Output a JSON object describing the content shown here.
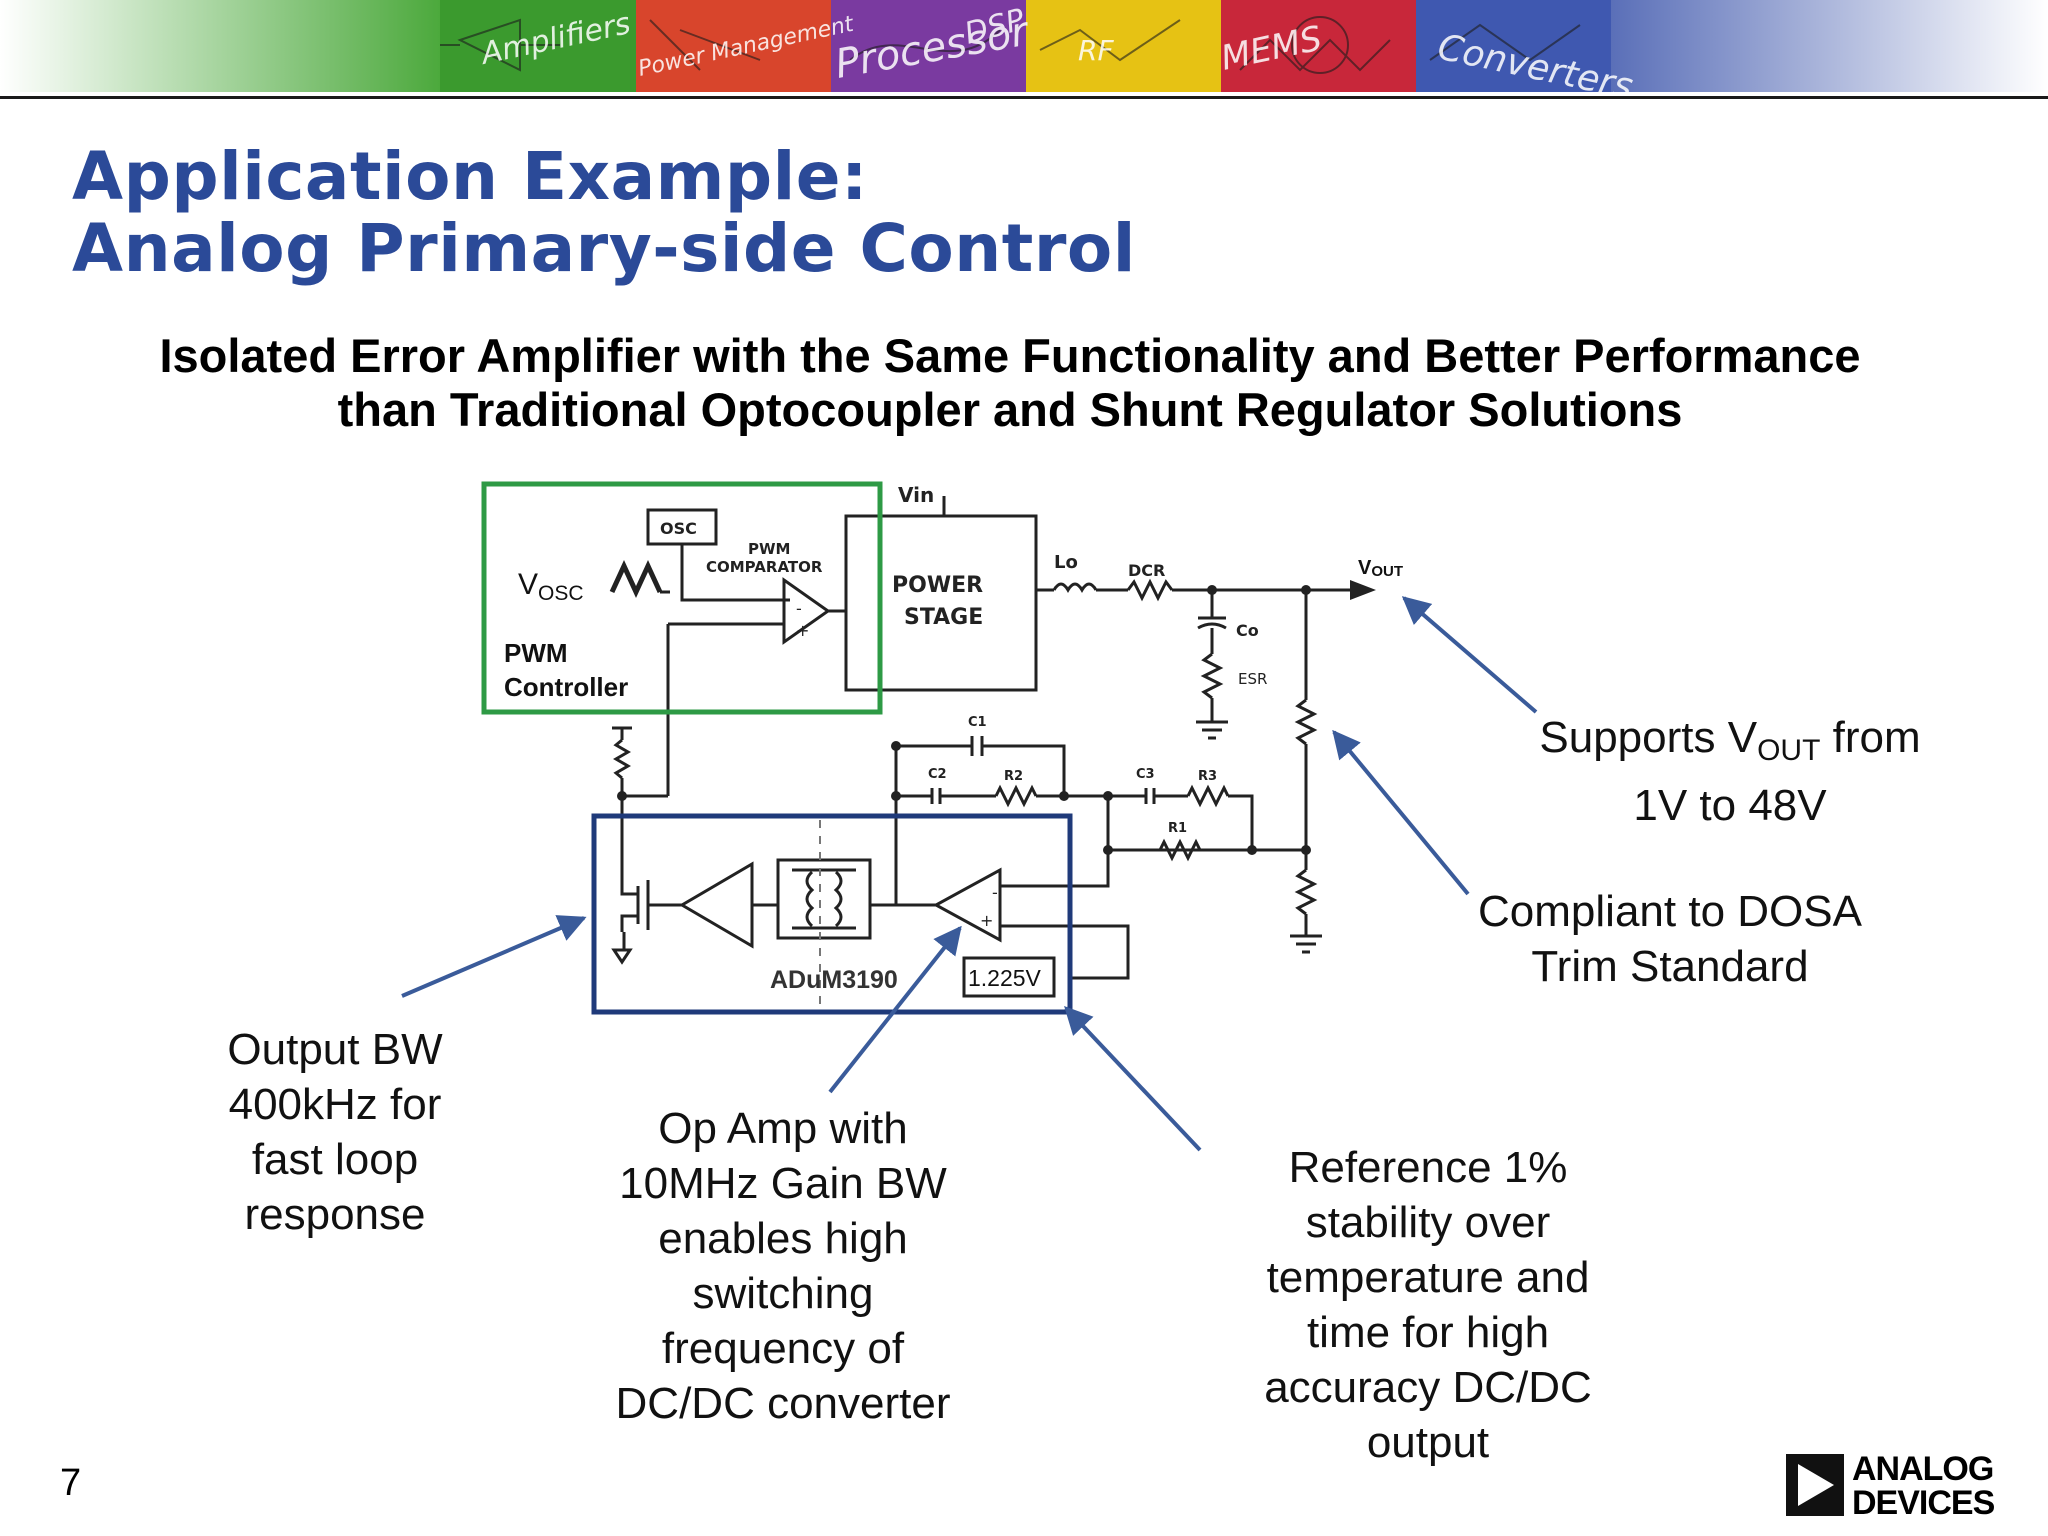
{
  "banner": {
    "tiles": [
      "Amplifiers",
      "Power Management",
      "Processor",
      "DSP",
      "RF",
      "MEMS",
      "Converters"
    ]
  },
  "slide": {
    "title_line1": "Application Example:",
    "title_line2": "Analog Primary-side Control",
    "subtitle_line1": "Isolated Error Amplifier with the Same Functionality and Better Performance",
    "subtitle_line2": "than Traditional Optocoupler and Shunt Regulator Solutions",
    "page_number": "7"
  },
  "schematic": {
    "vin": "Vin",
    "osc": "OSC",
    "vosc": "V",
    "vosc_sub": "OSC",
    "pwm_comparator_1": "PWM",
    "pwm_comparator_2": "COMPARATOR",
    "pwm_controller_1": "PWM",
    "pwm_controller_2": "Controller",
    "power_stage_1": "POWER",
    "power_stage_2": "STAGE",
    "lo": "Lo",
    "dcr": "DCR",
    "co": "Co",
    "esr": "ESR",
    "vout": "V",
    "vout_sub": "OUT",
    "c1": "C1",
    "c2": "C2",
    "r2": "R2",
    "c3": "C3",
    "r3": "R3",
    "r1": "R1",
    "chip": "ADuM3190",
    "ref": "1.225V"
  },
  "callouts": {
    "vout_range_1": "Supports V",
    "vout_range_sub": "OUT",
    "vout_range_2": " from",
    "vout_range_3": "1V to 48V",
    "dosa_1": "Compliant to DOSA",
    "dosa_2": "Trim Standard",
    "output_bw": [
      "Output BW",
      "400kHz for",
      "fast loop",
      "response"
    ],
    "op_amp": [
      "Op Amp with",
      "10MHz Gain BW",
      "enables high",
      "switching",
      "frequency of",
      "DC/DC converter"
    ],
    "reference": [
      "Reference 1%",
      "stability over",
      "temperature and",
      "time for high",
      "accuracy DC/DC",
      "output"
    ]
  },
  "logo": {
    "line1": "ANALOG",
    "line2": "DEVICES"
  },
  "colors": {
    "title": "#2b4a98",
    "pwm_box": "#2e9a45",
    "chip_box": "#1f3a7a",
    "arrow": "#3a5b9a"
  }
}
